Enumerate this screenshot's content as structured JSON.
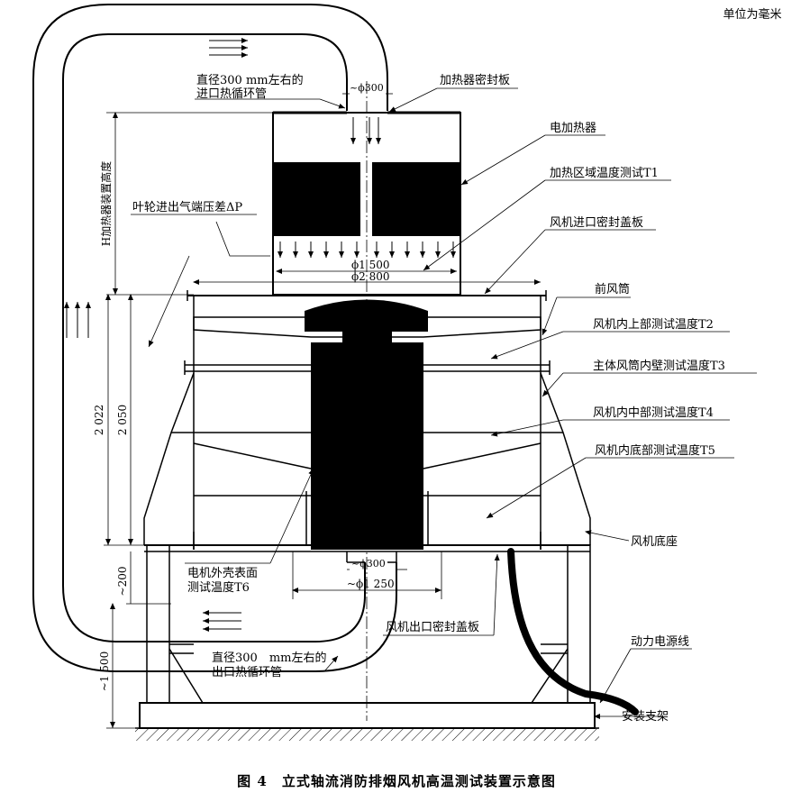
{
  "unit_note": "单位为毫米",
  "caption": "图 4　立式轴流消防排烟风机高温测试装置示意图",
  "labels": {
    "inlet_pipe_1": "直径300 mm左右的",
    "inlet_pipe_2": "进口热循环管",
    "heater_seal_plate": "加热器密封板",
    "electric_heater": "电加热器",
    "heating_zone_temp": "加热区域温度测试T1",
    "fan_inlet_cover": "风机进口密封盖板",
    "impeller_dp": "叶轮进出气端压差ΔP",
    "front_duct": "前风筒",
    "upper_temp": "风机内上部测试温度T2",
    "inner_wall_temp": "主体风筒内壁测试温度T3",
    "middle_temp": "风机内中部测试温度T4",
    "bottom_temp": "风机内底部测试温度T5",
    "fan_base": "风机底座",
    "motor_shell_1": "电机外壳表面",
    "motor_shell_2": "测试温度T6",
    "fan_outlet_cover": "风机出口密封盖板",
    "power_cable": "动力电源线",
    "outlet_pipe_1": "直径300　mm左右的",
    "outlet_pipe_2": "出口热循环管",
    "mount_frame": "安装支架",
    "heater_height": "H加热器装置高度"
  },
  "dimensions": {
    "phi300_top": "~ϕ300",
    "phi1500": "ϕ1 500",
    "phi2800": "ϕ2 800",
    "h2022": "2 022",
    "h2050": "2 050",
    "h200": "~200",
    "phi300_bottom": "~ϕ300",
    "phi1250": "~ϕ1 250",
    "h1500": "~1 500"
  }
}
